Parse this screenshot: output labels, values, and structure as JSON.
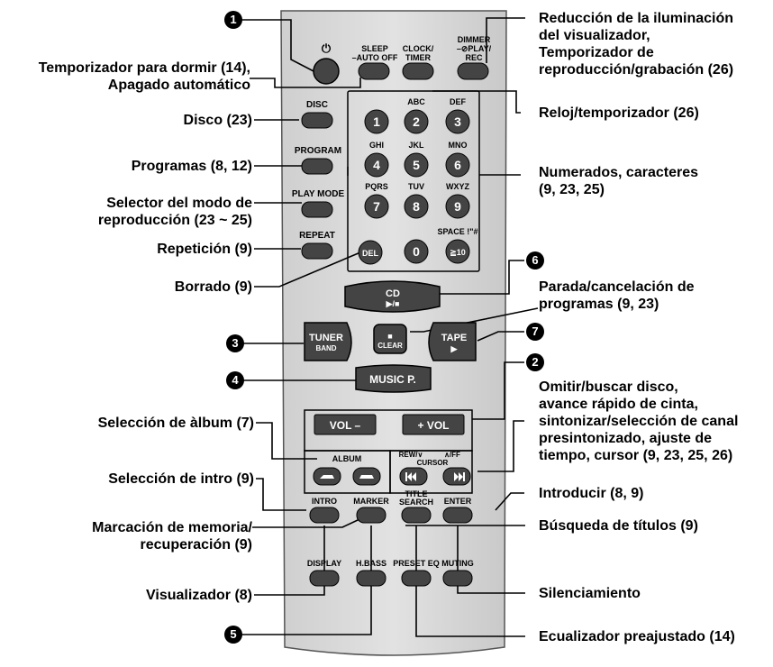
{
  "labels": {
    "sleep": "Temporizador para dormir (14),\nApagado automático",
    "disc": "Disco (23)",
    "program": "Programas (8, 12)",
    "play_mode": "Selector del modo de\nreproducción (23 ~ 25)",
    "repeat": "Repetición (9)",
    "delete": "Borrado (9)",
    "album": "Selección de àlbum (7)",
    "intro": "Selección de intro (9)",
    "marker": "Marcación de memoria/\nrecuperación (9)",
    "display": "Visualizador (8)",
    "dimmer": "Reducción de la iluminación\ndel visualizador,\nTemporizador de\nreproducción/grabación (26)",
    "clock": "Reloj/temporizador (26)",
    "numbered": "Numerados, caracteres\n(9, 23, 25)",
    "stop": "Parada/cancelación de\nprogramas (9, 23)",
    "skip": "Omitir/buscar disco,\navance rápido de cinta,\nsintonizar/selección de canal\npresintonizado, ajuste de\ntiempo, cursor (9, 23, 25, 26)",
    "enter": "Introducir (8, 9)",
    "title_search": "Búsqueda de títulos (9)",
    "muting": "Silenciamiento",
    "preset_eq": "Ecualizador preajustado (14)"
  },
  "callouts": [
    "1",
    "2",
    "3",
    "4",
    "5",
    "6",
    "7"
  ],
  "remote": {
    "sleep": [
      "SLEEP",
      "–AUTO OFF"
    ],
    "clock": [
      "CLOCK/",
      "TIMER"
    ],
    "dimmer": [
      "DIMMER",
      "–⊘PLAY/",
      "REC"
    ],
    "power_symbol": "⏻",
    "disc": "DISC",
    "program": "PROGRAM",
    "play_mode": "PLAY MODE",
    "repeat": "REPEAT",
    "del": "DEL",
    "keys": [
      {
        "n": "1",
        "t": ""
      },
      {
        "n": "2",
        "t": "ABC"
      },
      {
        "n": "3",
        "t": "DEF"
      },
      {
        "n": "4",
        "t": "GHI"
      },
      {
        "n": "5",
        "t": "JKL"
      },
      {
        "n": "6",
        "t": "MNO"
      },
      {
        "n": "7",
        "t": "PQRS"
      },
      {
        "n": "8",
        "t": "TUV"
      },
      {
        "n": "9",
        "t": "WXYZ"
      },
      {
        "n": "0",
        "t": ""
      },
      {
        "n": "≧10",
        "t": "SPACE !\"#"
      }
    ],
    "cd": [
      "CD",
      "▶/■"
    ],
    "tuner": [
      "TUNER",
      "BAND"
    ],
    "clear": [
      "■",
      "CLEAR"
    ],
    "tape": [
      "TAPE",
      "▶"
    ],
    "music": "MUSIC P.",
    "vol_minus": "VOL –",
    "vol_plus": "+ VOL",
    "album": "ALBUM",
    "rew": "REW/∨",
    "ff": "∧/FF",
    "cursor": "CURSOR",
    "intro": "INTRO",
    "marker": "MARKER",
    "title_search": [
      "TITLE",
      "SEARCH"
    ],
    "enter": "ENTER",
    "display": "DISPLAY",
    "hbass": "H.BASS",
    "preset_eq": "PRESET EQ",
    "muting": "MUTING"
  }
}
